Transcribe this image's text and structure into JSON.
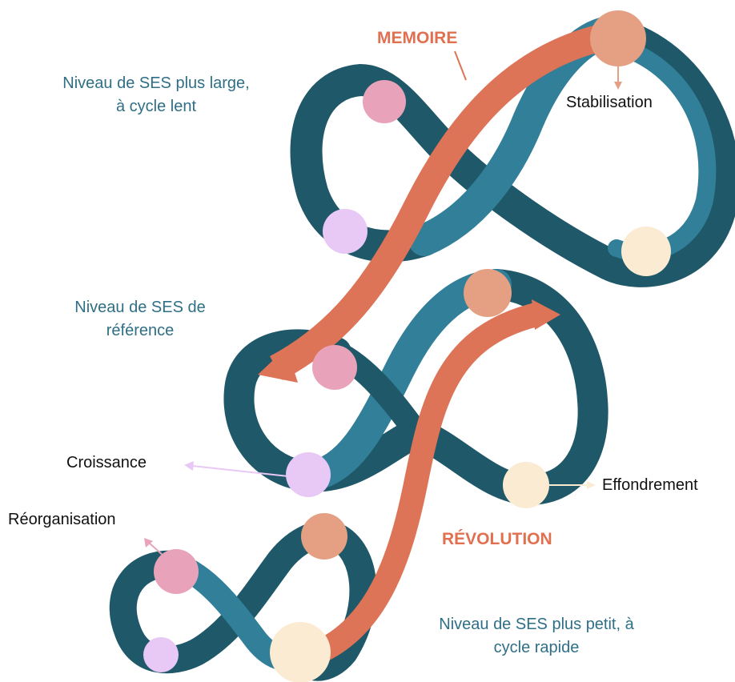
{
  "colors": {
    "ribbon_dark": "#1f5868",
    "ribbon_light": "#317f98",
    "arrow": "#dd7357",
    "phase_r": "#e8a3ba",
    "phase_alpha": "#e8c8f5",
    "phase_K": "#e5a083",
    "phase_omega": "#fbebd2",
    "text_teal": "#2f6f86",
    "text_black": "#111111"
  },
  "levels": {
    "large": [
      "Niveau de SES plus large,",
      "à cycle lent"
    ],
    "reference": [
      "Niveau de SES de",
      "référence"
    ],
    "small": [
      "Niveau de SES plus petit, à",
      "cycle rapide"
    ]
  },
  "arrows": {
    "memory": "MEMOIRE",
    "revolution": "RÉVOLUTION"
  },
  "phases": {
    "stabilisation": "Stabilisation",
    "croissance": "Croissance",
    "effondrement": "Effondrement",
    "reorganisation": "Réorganisation"
  }
}
